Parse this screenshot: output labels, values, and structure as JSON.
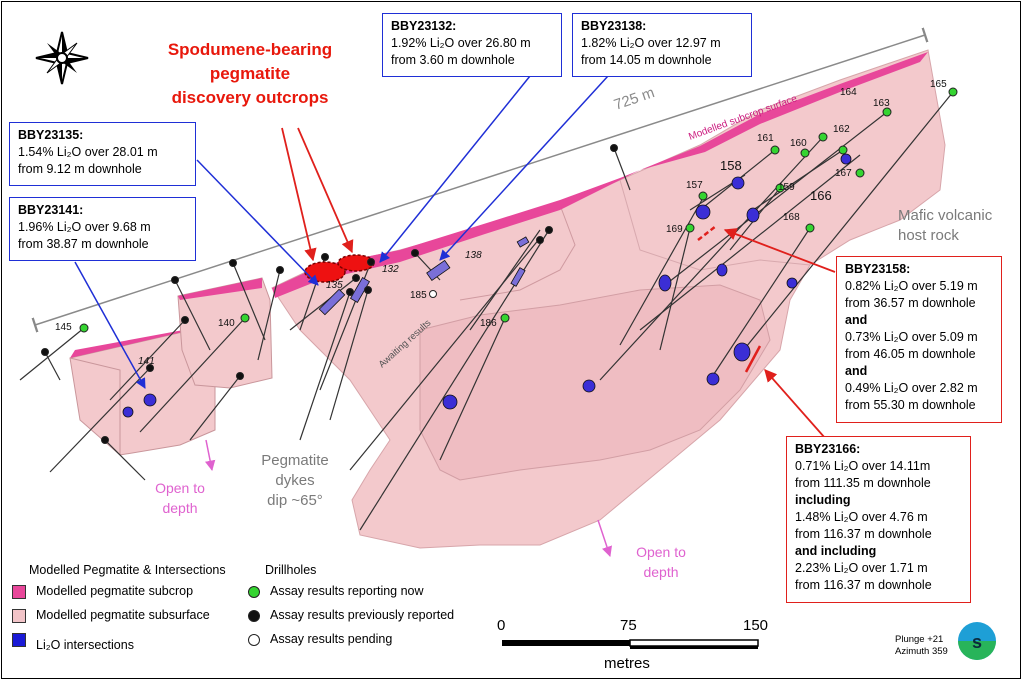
{
  "title": "Spodumene-bearing pegmatite discovery outcrops",
  "title_lines": [
    "Spodumene-bearing",
    "pegmatite",
    "discovery outcrops"
  ],
  "distance_label": "725 m",
  "subcrop_label": "Modelled subcrop surface",
  "awaiting_label": "Awaiting results",
  "host_rock": [
    "Mafic volcanic",
    "host rock"
  ],
  "dykes": [
    "Pegmatite",
    "dykes",
    "dip ~65°"
  ],
  "open_depth": [
    "Open to",
    "depth"
  ],
  "holes": [
    "165",
    "164",
    "163",
    "162",
    "161",
    "160",
    "158",
    "157",
    "159",
    "167",
    "166",
    "168",
    "169",
    "145",
    "140",
    "141",
    "135",
    "132",
    "138",
    "185",
    "186"
  ],
  "callouts": {
    "bby23132": {
      "title": "BBY23132:",
      "lines": [
        "1.92% Li₂O over 26.80 m",
        "from 3.60 m downhole"
      ]
    },
    "bby23138": {
      "title": "BBY23138:",
      "lines": [
        "1.82% Li₂O over 12.97 m",
        "from 14.05 m downhole"
      ]
    },
    "bby23135": {
      "title": "BBY23135:",
      "lines": [
        "1.54% Li₂O over 28.01 m",
        "from 9.12 m downhole"
      ]
    },
    "bby23141": {
      "title": "BBY23141:",
      "lines": [
        "1.96% Li₂O over 9.68 m",
        "from 38.87 m downhole"
      ]
    },
    "bby23158": {
      "title": "BBY23158:",
      "l1": "0.82% Li₂O over 5.19 m",
      "l2": "from 36.57 m downhole",
      "and1": "and",
      "l3": "0.73% Li₂O over 5.09 m",
      "l4": "from 46.05 m downhole",
      "and2": "and",
      "l5": "0.49% Li₂O over 2.82 m",
      "l6": "from 55.30 m downhole"
    },
    "bby23166": {
      "title": "BBY23166:",
      "l1": "0.71% Li₂O over 14.11m",
      "l2": "from 111.35 m downhole",
      "inc1": "including",
      "l3": "1.48% Li₂O over 4.76 m",
      "l4": "from 116.37 m downhole",
      "inc2": "and including",
      "l5": "2.23% Li₂O over 1.71 m",
      "l6": "from 116.37 m downhole"
    }
  },
  "legend": {
    "heading1": "Modelled Pegmatite & Intersections",
    "heading2": "Drillholes",
    "items1": [
      "Modelled pegmatite subcrop",
      "Modelled pegmatite subsurface",
      "Li₂O intersections"
    ],
    "items2": [
      "Assay results reporting now",
      "Assay results previously reported",
      "Assay results pending"
    ]
  },
  "scale": {
    "ticks": [
      "0",
      "75",
      "150"
    ],
    "unit": "metres"
  },
  "view": {
    "plunge": "Plunge +21",
    "azimuth": "Azimuth 359"
  },
  "colors": {
    "subcrop": "#e8479a",
    "subsurface": "#f2c4c8",
    "intersection": "#1a1ad6",
    "reporting_now": "#35d431",
    "previously_reported": "#111111",
    "pending": "#ffffff",
    "callout_blue": "#1f2fd6",
    "callout_red": "#e0201c"
  }
}
